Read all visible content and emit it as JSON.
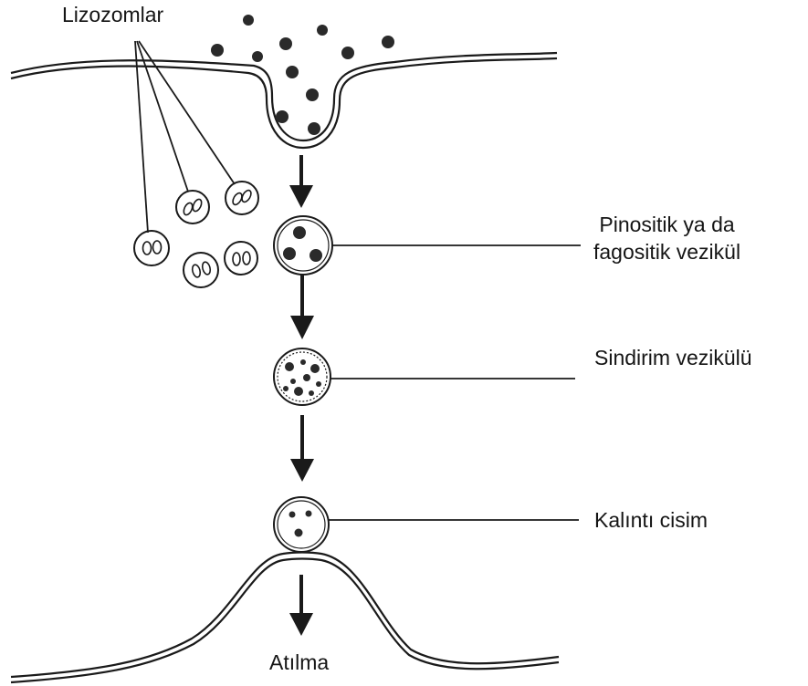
{
  "labels": {
    "lysosomes": "Lizozomlar",
    "vesicle_line1": "Pinositik ya da",
    "vesicle_line2": "fagositik vezikül",
    "digestive_vesicle": "Sindirim vezikülü",
    "residual_body": "Kalıntı cisim",
    "exocytosis": "Atılma"
  },
  "colors": {
    "ink": "#1a1a1a",
    "particle": "#2a2a2a",
    "background": "#ffffff"
  }
}
